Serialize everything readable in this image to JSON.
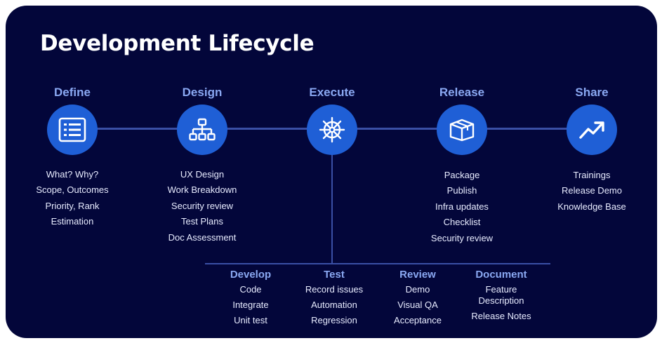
{
  "title": "Development Lifecycle",
  "stages": [
    {
      "label": "Define",
      "icon": "list-icon",
      "items": [
        "What? Why?",
        "Scope, Outcomes",
        "Priority, Rank",
        "Estimation"
      ]
    },
    {
      "label": "Design",
      "icon": "sitemap-icon",
      "items": [
        "UX Design",
        "Work Breakdown",
        "Security review",
        "Test Plans",
        "Doc Assessment"
      ]
    },
    {
      "label": "Execute",
      "icon": "helm-icon",
      "items": []
    },
    {
      "label": "Release",
      "icon": "box-icon",
      "items": [
        "Package",
        "Publish",
        "Infra updates",
        "Checklist",
        "Security review"
      ]
    },
    {
      "label": "Share",
      "icon": "trend-up-icon",
      "items": [
        "Trainings",
        "Release Demo",
        "Knowledge Base"
      ]
    }
  ],
  "execute_phases": [
    {
      "label": "Develop",
      "items": [
        "Code",
        "Integrate",
        "Unit test"
      ]
    },
    {
      "label": "Test",
      "items": [
        "Record issues",
        "Automation",
        "Regression"
      ]
    },
    {
      "label": "Review",
      "items": [
        "Demo",
        "Visual QA",
        "Acceptance"
      ]
    },
    {
      "label": "Document",
      "items": [
        "Feature Description",
        "Release Notes"
      ]
    }
  ],
  "colors": {
    "background": "#03063a",
    "accent": "#1f5fd6",
    "label": "#8aa8f2",
    "line": "#3a4fa5",
    "text": "#e8ecff"
  }
}
